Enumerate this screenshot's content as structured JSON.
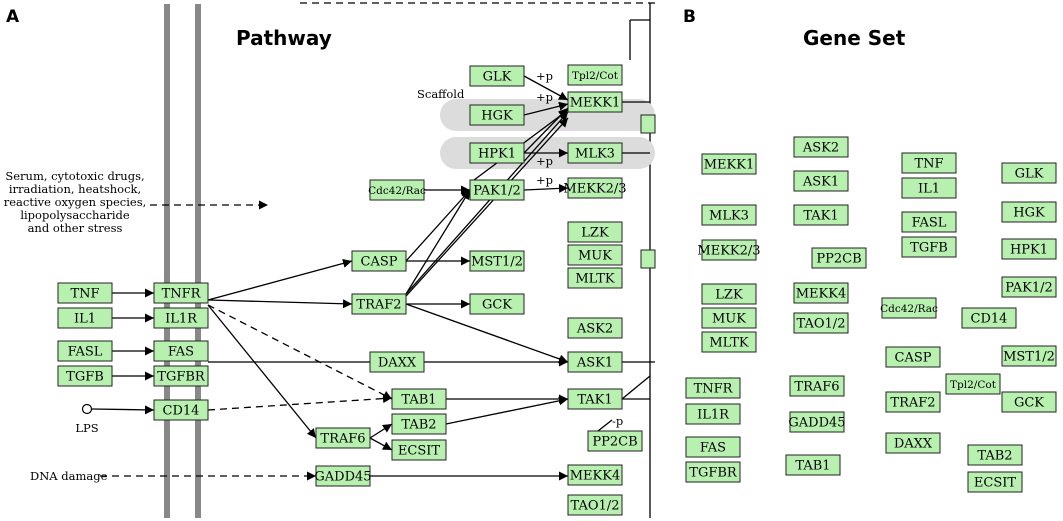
{
  "panel_a": {
    "letter": "A",
    "title": "Pathway",
    "notes": {
      "scaffold": "Scaffold",
      "stress": [
        "Serum, cytotoxic drugs,",
        "irradiation, heatshock,",
        "reactive oxygen species,",
        "lipopolysaccharide",
        "and other stress"
      ],
      "lps": "LPS",
      "dna_damage": "DNA damage",
      "p_labels": [
        "+p",
        "+p",
        "+p",
        "+p",
        "-p"
      ]
    },
    "genes": [
      {
        "id": "TNF",
        "label": "TNF"
      },
      {
        "id": "IL1",
        "label": "IL1"
      },
      {
        "id": "FASL",
        "label": "FASL"
      },
      {
        "id": "TGFB",
        "label": "TGFB"
      },
      {
        "id": "TNFR",
        "label": "TNFR"
      },
      {
        "id": "IL1R",
        "label": "IL1R"
      },
      {
        "id": "FAS",
        "label": "FAS"
      },
      {
        "id": "TGFBR",
        "label": "TGFBR"
      },
      {
        "id": "CD14",
        "label": "CD14"
      },
      {
        "id": "CASP",
        "label": "CASP"
      },
      {
        "id": "TRAF2",
        "label": "TRAF2"
      },
      {
        "id": "DAXX",
        "label": "DAXX"
      },
      {
        "id": "TAB1",
        "label": "TAB1"
      },
      {
        "id": "TAB2",
        "label": "TAB2"
      },
      {
        "id": "TRAF6",
        "label": "TRAF6"
      },
      {
        "id": "ECSIT",
        "label": "ECSIT"
      },
      {
        "id": "GADD45",
        "label": "GADD45"
      },
      {
        "id": "GLK",
        "label": "GLK"
      },
      {
        "id": "HGK",
        "label": "HGK"
      },
      {
        "id": "HPK1",
        "label": "HPK1"
      },
      {
        "id": "Cdc42Rac",
        "label": "Cdc42/Rac"
      },
      {
        "id": "PAK12",
        "label": "PAK1/2"
      },
      {
        "id": "Tpl2Cot",
        "label": "Tpl2/Cot"
      },
      {
        "id": "MEKK1",
        "label": "MEKK1"
      },
      {
        "id": "MLK3",
        "label": "MLK3"
      },
      {
        "id": "MEKK23",
        "label": "MEKK2/3"
      },
      {
        "id": "MST12",
        "label": "MST1/2"
      },
      {
        "id": "GCK",
        "label": "GCK"
      },
      {
        "id": "LZK",
        "label": "LZK"
      },
      {
        "id": "MUK",
        "label": "MUK"
      },
      {
        "id": "MLTK",
        "label": "MLTK"
      },
      {
        "id": "ASK2",
        "label": "ASK2"
      },
      {
        "id": "ASK1",
        "label": "ASK1"
      },
      {
        "id": "TAK1",
        "label": "TAK1"
      },
      {
        "id": "PP2CB",
        "label": "PP2CB"
      },
      {
        "id": "MEKK4",
        "label": "MEKK4"
      },
      {
        "id": "TAO12",
        "label": "TAO1/2"
      }
    ]
  },
  "panel_b": {
    "letter": "B",
    "title": "Gene Set",
    "genes": [
      "MEKK1",
      "ASK2",
      "TNF",
      "GLK",
      "ASK1",
      "IL1",
      "MLK3",
      "TAK1",
      "FASL",
      "HGK",
      "MEKK2/3",
      "PP2CB",
      "TGFB",
      "HPK1",
      "LZK",
      "MEKK4",
      "PAK1/2",
      "Cdc42/Rac",
      "CD14",
      "MUK",
      "TAO1/2",
      "MLTK",
      "CASP",
      "MST1/2",
      "TNFR",
      "TRAF6",
      "Tpl2/Cot",
      "IL1R",
      "TRAF2",
      "GCK",
      "GADD45",
      "FAS",
      "DAXX",
      "TAB2",
      "TGFBR",
      "TAB1",
      "ECSIT"
    ]
  }
}
